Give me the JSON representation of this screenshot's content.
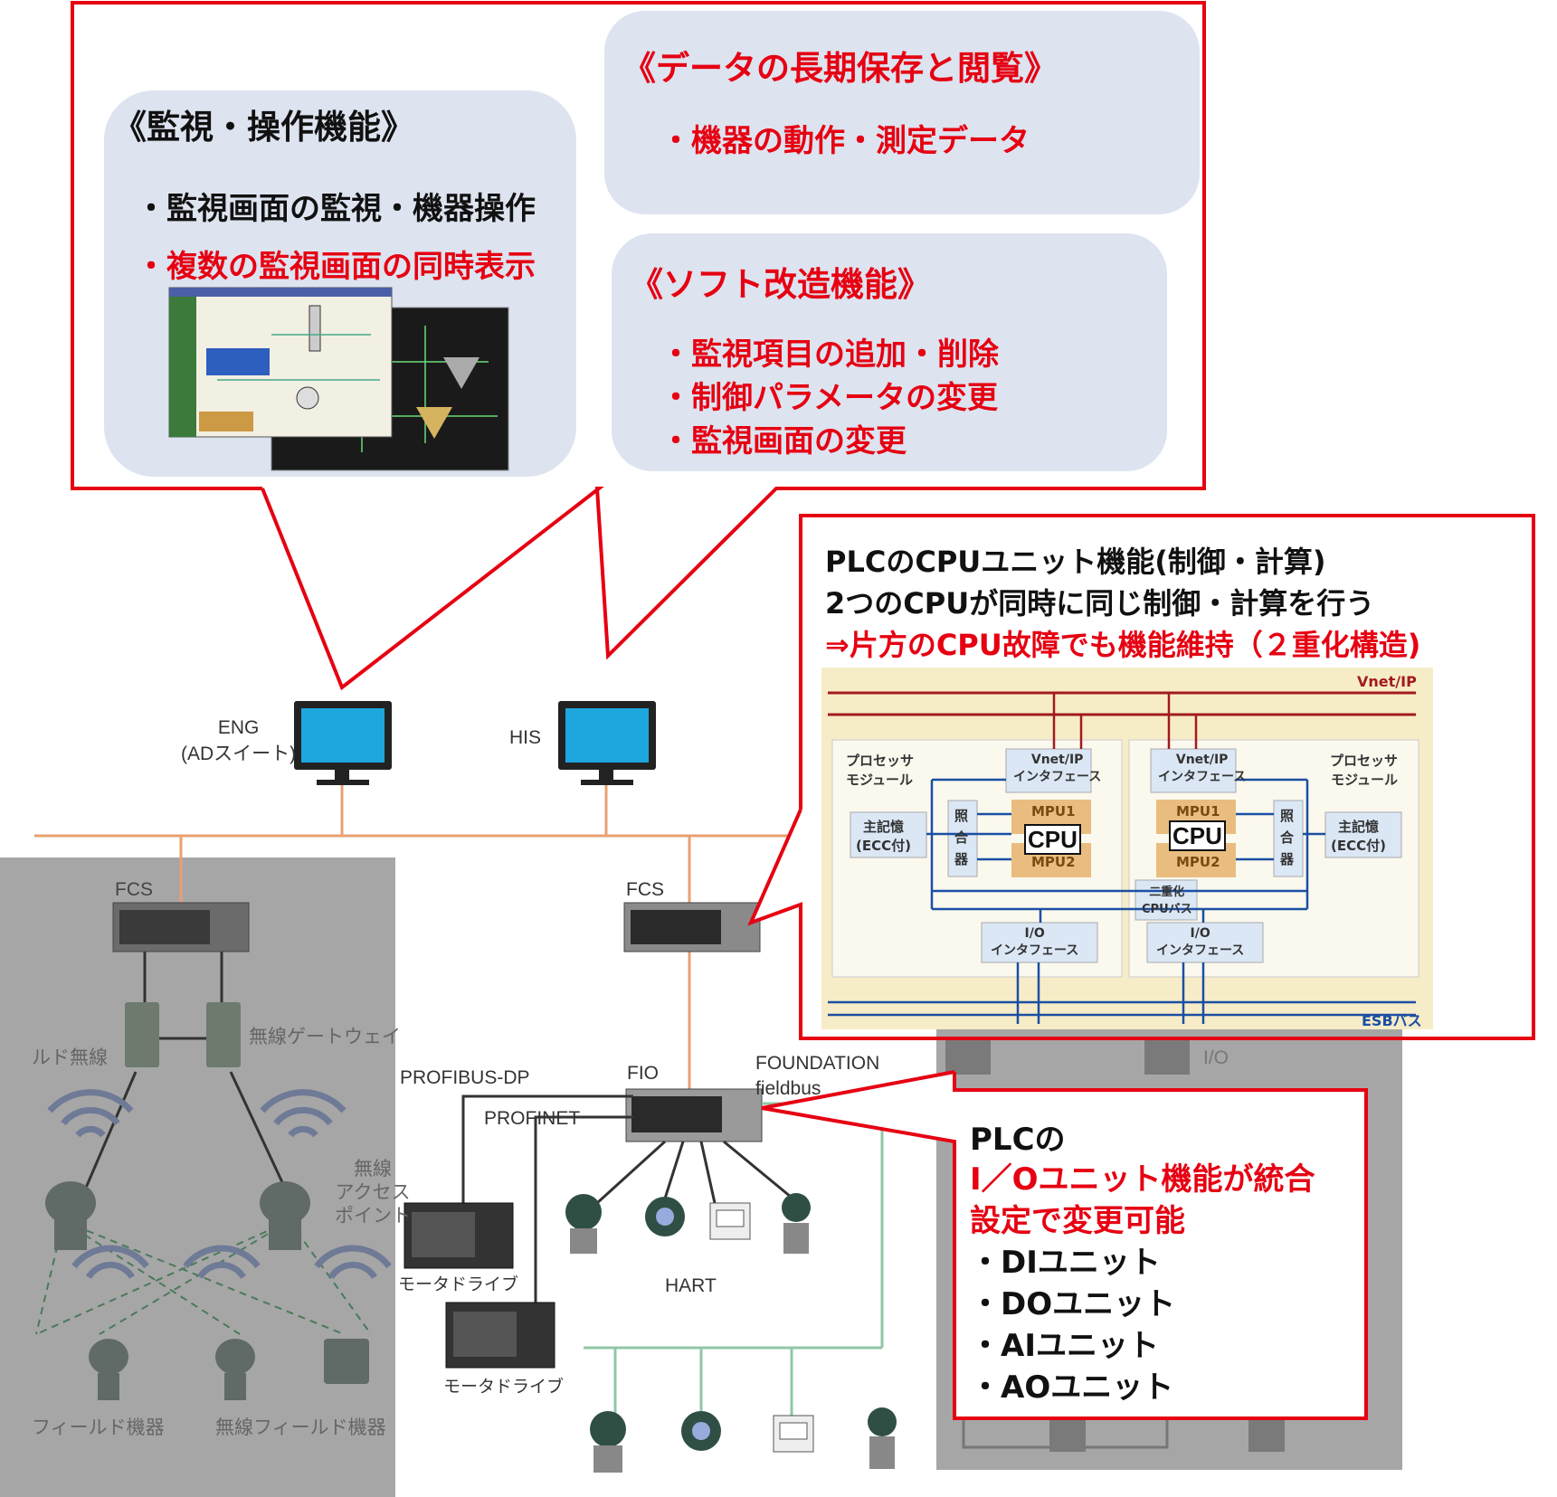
{
  "colors": {
    "red": "#e60012",
    "panel": "#dde3ef",
    "orange_line": "#e8a070",
    "gray_area": "#a0a0a0",
    "green_line": "#8fc7a6"
  },
  "top_callout": {
    "monitor": {
      "title": "《監視・操作機能》",
      "items": [
        "・監視画面の監視・機器操作",
        "・複数の監視画面の同時表示"
      ]
    },
    "data": {
      "title": "《データの長期保存と閲覧》",
      "items": [
        "・機器の動作・測定データ"
      ]
    },
    "soft": {
      "title": "《ソフト改造機能》",
      "items": [
        "・監視項目の追加・削除",
        "・制御パラメータの変更",
        "・監視画面の変更"
      ]
    }
  },
  "cpu_callout": {
    "lines": [
      "PLCのCPUユニット機能(制御・計算)",
      "2つのCPUが同時に同じ制御・計算を行う",
      "⇒片方のCPU故障でも機能維持（２重化構造)"
    ],
    "diagram": {
      "vnet": "Vnet/IP",
      "esb": "ESBバス",
      "proc_module": "プロセッサ\nモジュール",
      "vnet_if": "Vnet/IP\nインタフェース",
      "mpu1": "MPU1",
      "mpu2": "MPU2",
      "cpu": "CPU",
      "compare": "照\n合\n器",
      "main_mem": "主記憶\n(ECC付)",
      "dual_bus": "二重化\nCPUバス",
      "io_if": "I/O\nインタフェース"
    }
  },
  "io_callout": {
    "lines": [
      "PLCの",
      "I／Oユニット機能が統合",
      "設定で変更可能",
      "・DIユニット",
      "・DOユニット",
      "・AIユニット",
      "・AOユニット"
    ]
  },
  "network": {
    "eng": "ENG\n(ADスイート)",
    "his": "HIS",
    "fcs_left": "FCS",
    "fcs_right": "FCS",
    "fio": "FIO",
    "profibus": "PROFIBUS-DP",
    "profinet": "PROFINET",
    "foundation": "FOUNDATION\nfieldbus",
    "hart": "HART",
    "motor_drive": "モータドライブ",
    "field_wireless": "ルド無線",
    "wireless_gateway": "無線ゲートウェイ",
    "wireless_ap": "無線\nアクセス\nポイント",
    "field_device": "フィールド機器",
    "wireless_field_device": "無線フィールド機器",
    "io_bg": "I/O"
  }
}
